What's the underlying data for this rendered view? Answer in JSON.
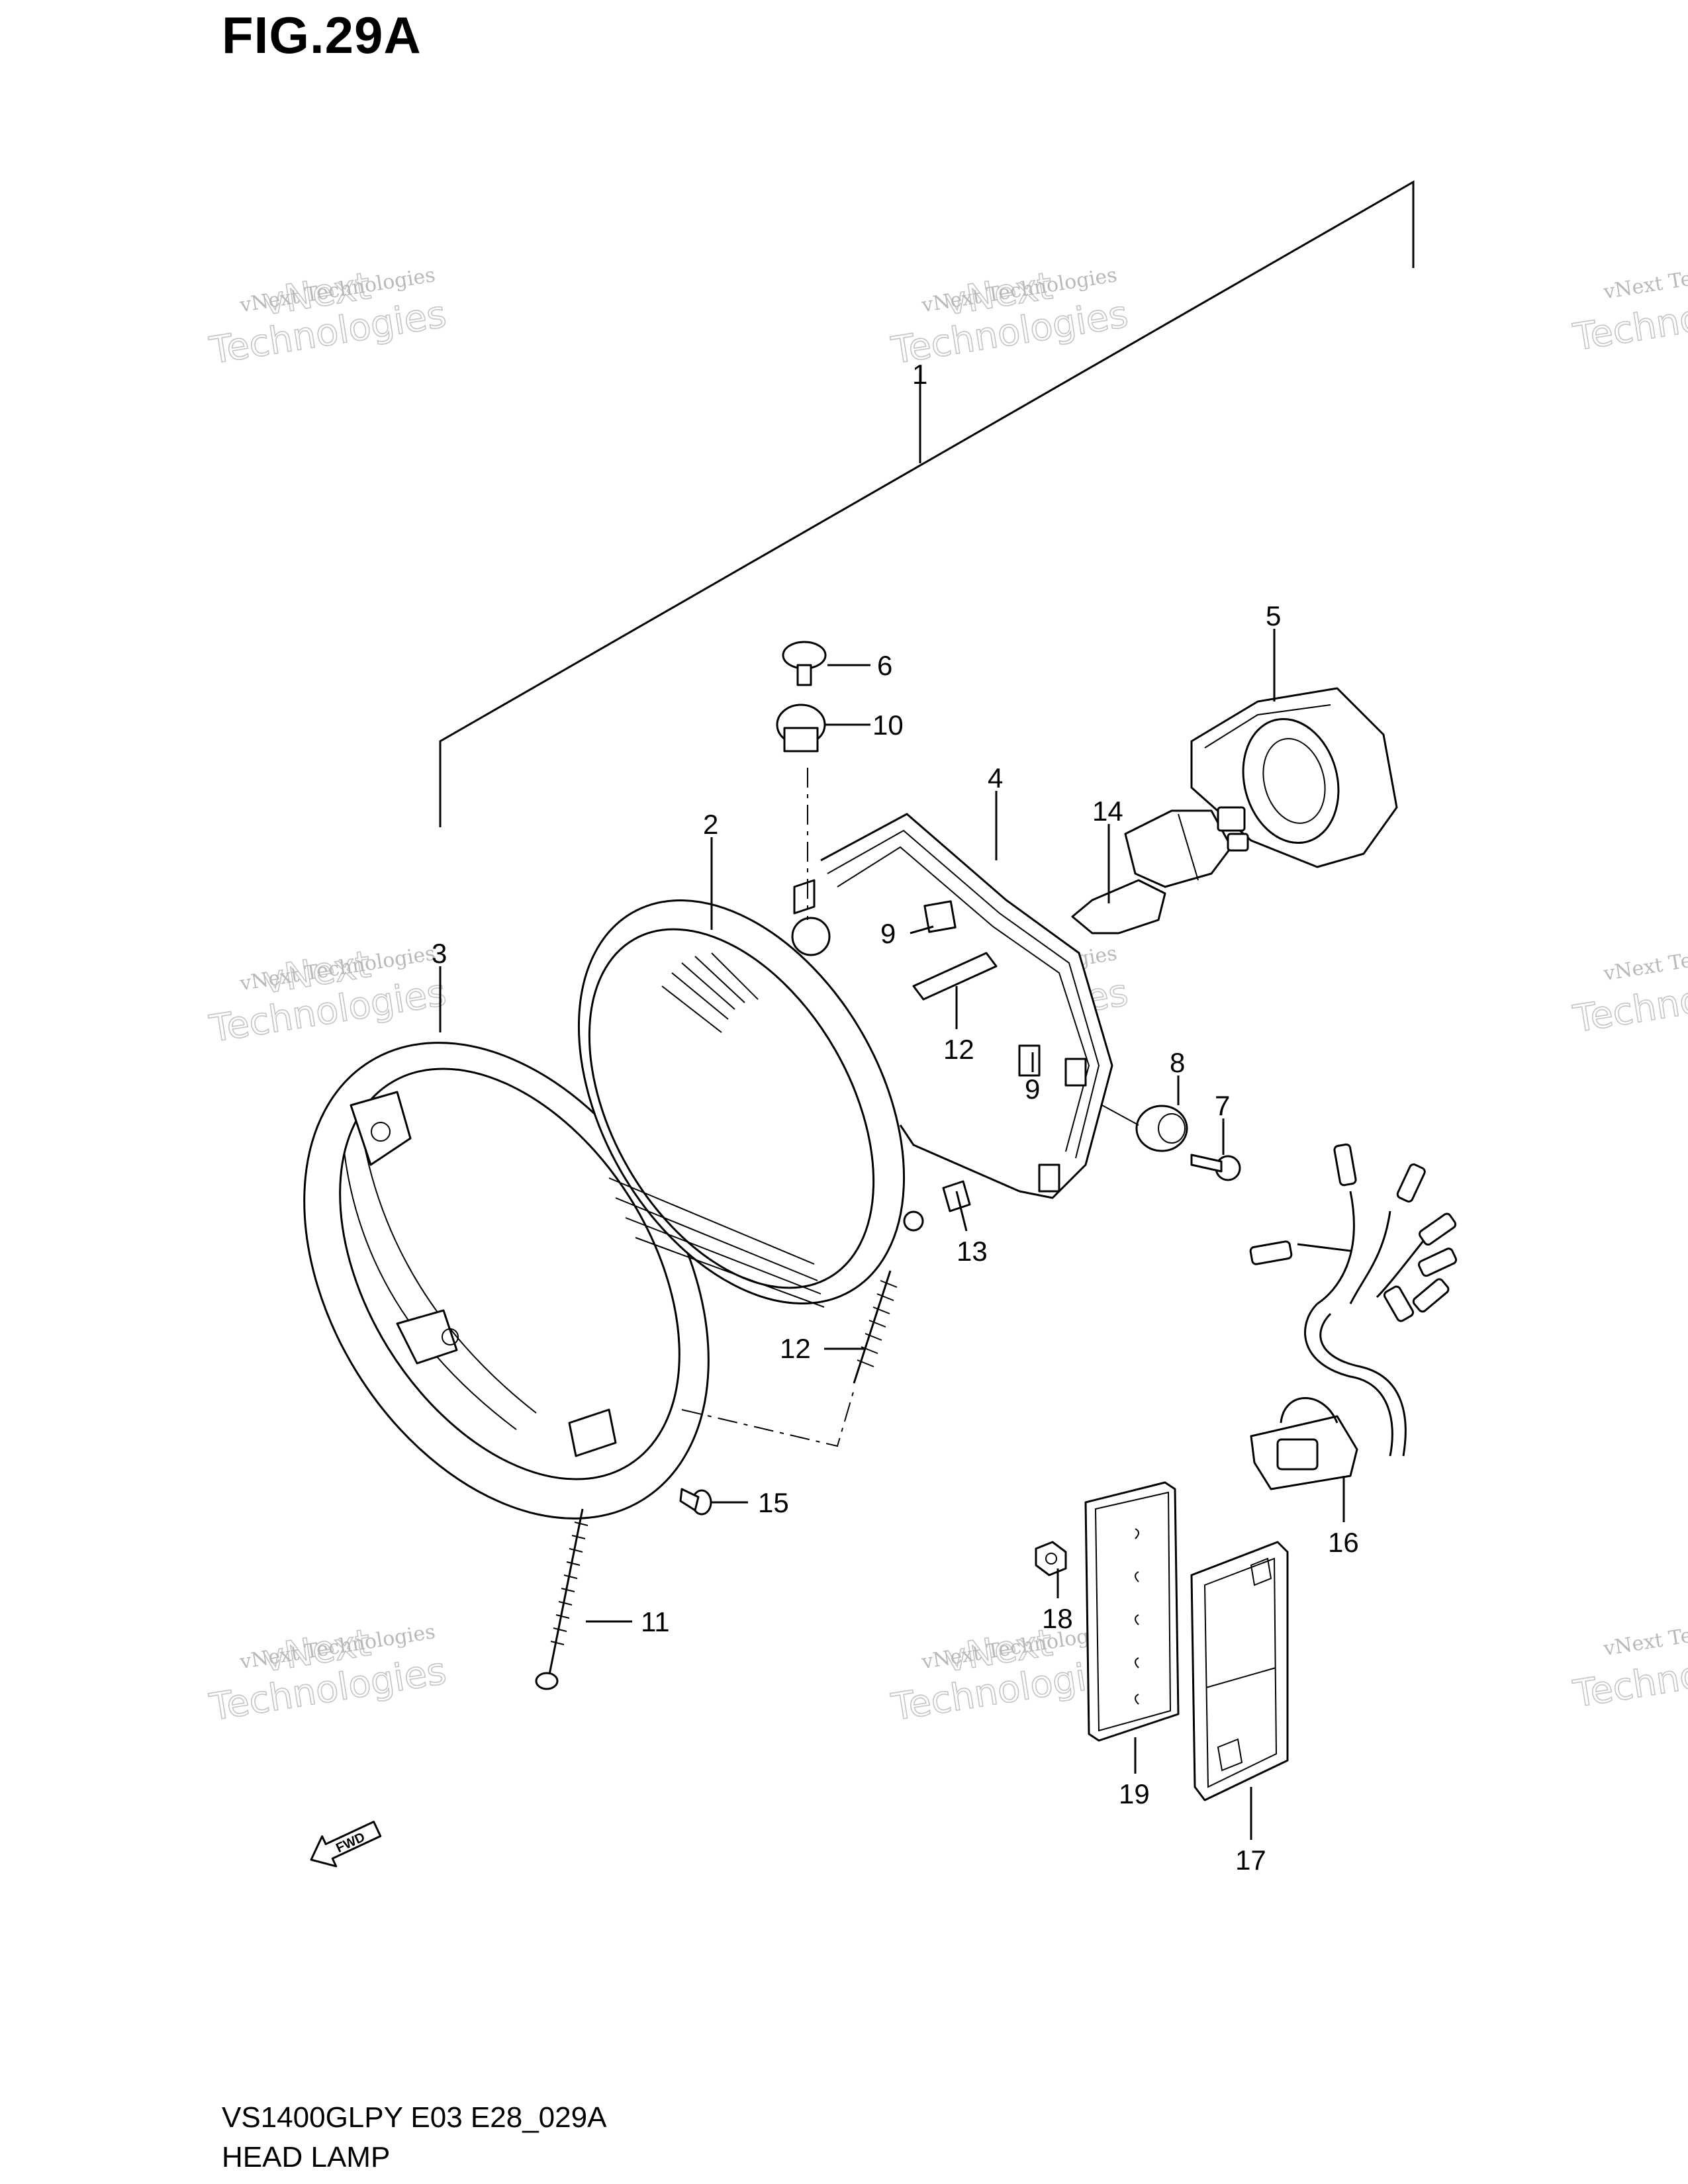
{
  "figure_title": "FIG.29A",
  "footer": {
    "model_code": "VS1400GLPY E03 E28_029A",
    "section_name": "HEAD LAMP"
  },
  "watermark": {
    "line1": "vNext Technologies",
    "line2": "Technologies",
    "line3": "vNext"
  },
  "fwd_label": "FWD",
  "callouts": {
    "c1": "1",
    "c2": "2",
    "c3": "3",
    "c4": "4",
    "c5": "5",
    "c6": "6",
    "c7": "7",
    "c8": "8",
    "c9a": "9",
    "c9b": "9",
    "c10": "10",
    "c11": "11",
    "c12a": "12",
    "c12b": "12",
    "c13": "13",
    "c14": "14",
    "c15": "15",
    "c16": "16",
    "c17": "17",
    "c18": "18",
    "c19": "19"
  }
}
